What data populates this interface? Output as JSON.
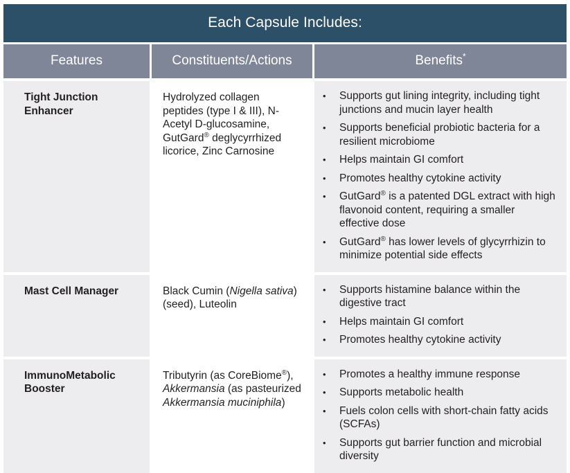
{
  "title": "Each Capsule Includes:",
  "columns": [
    {
      "label": "Features"
    },
    {
      "label": "Constituents/Actions"
    },
    {
      "label": "Benefits",
      "superscript": "*"
    }
  ],
  "colors": {
    "title_bar": "#2d5069",
    "column_header": "#7f8698",
    "cell_shaded": "#ededef",
    "cell_white": "#ffffff",
    "text": "#231f20",
    "header_text": "#ffffff"
  },
  "rows": [
    {
      "feature": "Tight Junction Enhancer",
      "constituents_plain": "Hydrolyzed collagen peptides (type I & III), N-Acetyl D-glucosamine, GutGard® deglycyrrhized licorice, Zinc Carnosine",
      "constituents_parts": [
        {
          "text": "Hydrolyzed collagen peptides (type I & III), N-Acetyl D-glucosamine, GutGard",
          "style": "normal"
        },
        {
          "text": "®",
          "style": "registered"
        },
        {
          "text": " deglycyrrhized licorice, Zinc Carnosine",
          "style": "normal"
        }
      ],
      "benefits": [
        "Supports gut lining integrity, including tight junctions and mucin layer health",
        "Supports beneficial probiotic bacteria for a resilient microbiome",
        "Helps maintain GI comfort",
        "Promotes healthy cytokine activity",
        "GutGard® is a patented DGL extract with high flavonoid content, requiring a smaller effective dose",
        "GutGard® has lower levels of glycyrrhizin to minimize potential side effects"
      ],
      "benefits_parts": [
        [
          {
            "text": "Supports gut lining integrity, including tight junctions and mucin layer health",
            "style": "normal"
          }
        ],
        [
          {
            "text": "Supports beneficial probiotic bacteria for a resilient microbiome",
            "style": "normal"
          }
        ],
        [
          {
            "text": "Helps maintain GI comfort",
            "style": "normal"
          }
        ],
        [
          {
            "text": "Promotes healthy cytokine activity",
            "style": "normal"
          }
        ],
        [
          {
            "text": "GutGard",
            "style": "normal"
          },
          {
            "text": "®",
            "style": "registered"
          },
          {
            "text": " is a patented DGL extract with high flavonoid content, requiring a smaller effective dose",
            "style": "normal"
          }
        ],
        [
          {
            "text": "GutGard",
            "style": "normal"
          },
          {
            "text": "®",
            "style": "registered"
          },
          {
            "text": " has lower levels of glycyrrhizin to minimize potential side effects",
            "style": "normal"
          }
        ]
      ]
    },
    {
      "feature": "Mast Cell Manager",
      "constituents_plain": "Black Cumin (Nigella sativa) (seed), Luteolin",
      "constituents_parts": [
        {
          "text": "Black Cumin (",
          "style": "normal"
        },
        {
          "text": "Nigella sativa",
          "style": "italic"
        },
        {
          "text": ") (seed), Luteolin",
          "style": "normal"
        }
      ],
      "benefits": [
        "Supports histamine balance within the digestive tract",
        "Helps maintain GI comfort",
        "Promotes healthy cytokine activity"
      ],
      "benefits_parts": [
        [
          {
            "text": "Supports histamine balance within the digestive tract",
            "style": "normal"
          }
        ],
        [
          {
            "text": "Helps maintain GI comfort",
            "style": "normal"
          }
        ],
        [
          {
            "text": "Promotes healthy cytokine activity",
            "style": "normal"
          }
        ]
      ]
    },
    {
      "feature": "ImmunoMetabolic Booster",
      "constituents_plain": "Tributyrin (as CoreBiome®), Akkermansia (as pasteurized Akkermansia muciniphila)",
      "constituents_parts": [
        {
          "text": "Tributyrin (as CoreBiome",
          "style": "normal"
        },
        {
          "text": "®",
          "style": "registered"
        },
        {
          "text": "), ",
          "style": "normal"
        },
        {
          "text": "Akkermansia",
          "style": "italic"
        },
        {
          "text": " (as pasteurized ",
          "style": "normal"
        },
        {
          "text": "Akkermansia muciniphila",
          "style": "italic"
        },
        {
          "text": ")",
          "style": "normal"
        }
      ],
      "benefits": [
        "Promotes a healthy immune response",
        "Supports metabolic health",
        "Fuels colon cells with short-chain fatty acids (SCFAs)",
        "Supports gut barrier function and microbial diversity"
      ],
      "benefits_parts": [
        [
          {
            "text": "Promotes a healthy immune response",
            "style": "normal"
          }
        ],
        [
          {
            "text": "Supports metabolic health",
            "style": "normal"
          }
        ],
        [
          {
            "text": "Fuels colon cells with short-chain fatty acids (SCFAs)",
            "style": "normal"
          }
        ],
        [
          {
            "text": "Supports gut barrier function and microbial diversity",
            "style": "normal"
          }
        ]
      ]
    }
  ]
}
